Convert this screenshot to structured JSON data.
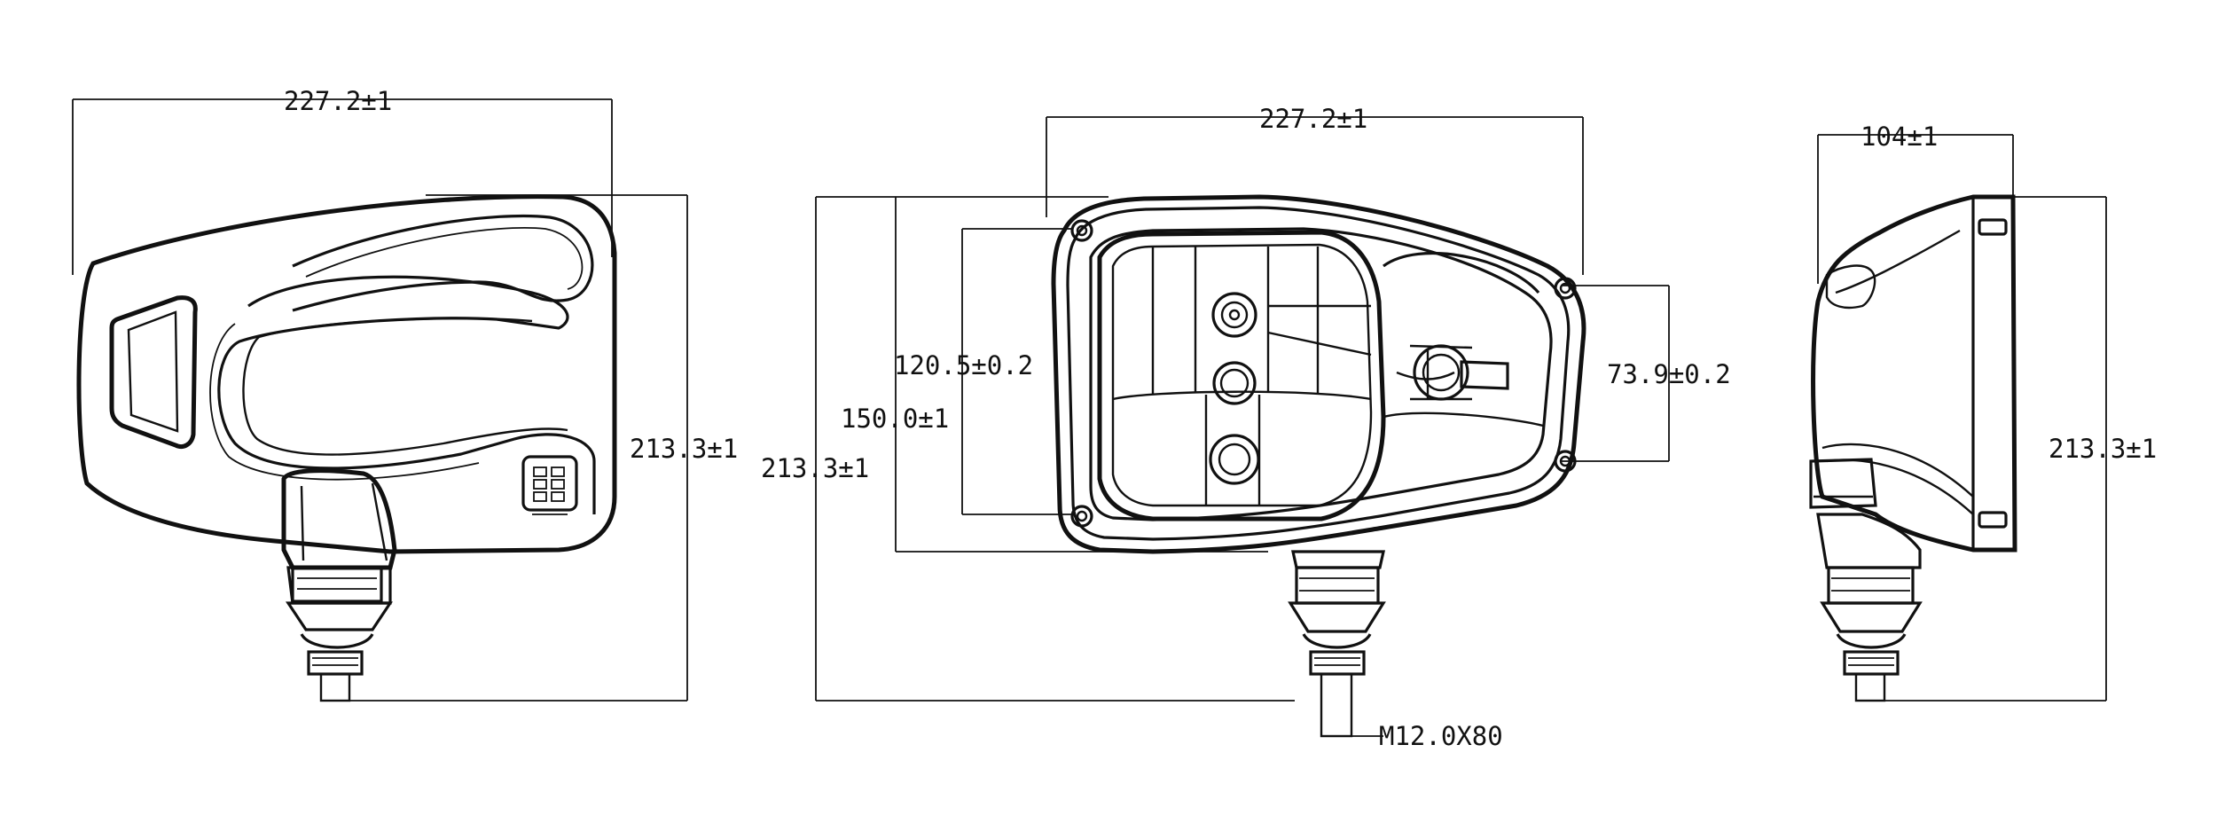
{
  "colors": {
    "line": "#111111",
    "background": "#ffffff"
  },
  "views": {
    "left": {
      "width_dim": "227.2±1",
      "height_dim": "213.3±1"
    },
    "front": {
      "width_dim": "227.2±1",
      "overall_height_dim": "213.3±1",
      "lens_height_dim": "150.0±1",
      "reflector_height_dim": "120.5±0.2",
      "right_module_dim": "73.9±0.2",
      "bolt_label": "M12.0X80"
    },
    "right": {
      "width_dim": "104±1",
      "height_dim": "213.3±1"
    }
  }
}
